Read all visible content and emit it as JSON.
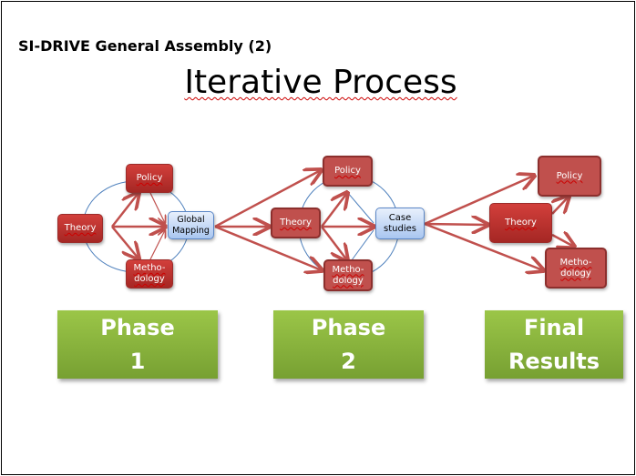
{
  "subtitle": "SI-DRIVE General Assembly (2)",
  "title": "Iterative Process",
  "group1": {
    "theory": "Theory",
    "policy": "Policy",
    "methodology": "Metho-\ndology",
    "center": "Global Mapping"
  },
  "group2": {
    "theory": "Theory",
    "policy": "Policy",
    "methodology": "Metho-\ndology",
    "center": "Case studies"
  },
  "group3": {
    "theory": "Theory",
    "policy": "Policy",
    "methodology": "Metho-\ndology"
  },
  "phases": [
    {
      "label": "Phase\n1"
    },
    {
      "label": "Phase\n2"
    },
    {
      "label": "Final\nResults"
    }
  ],
  "colors": {
    "red": "#c0504d",
    "blue": "#a9c6f0",
    "green": "#8bb63e",
    "arrow": "#c0504d",
    "circle": "#4f81bd"
  }
}
